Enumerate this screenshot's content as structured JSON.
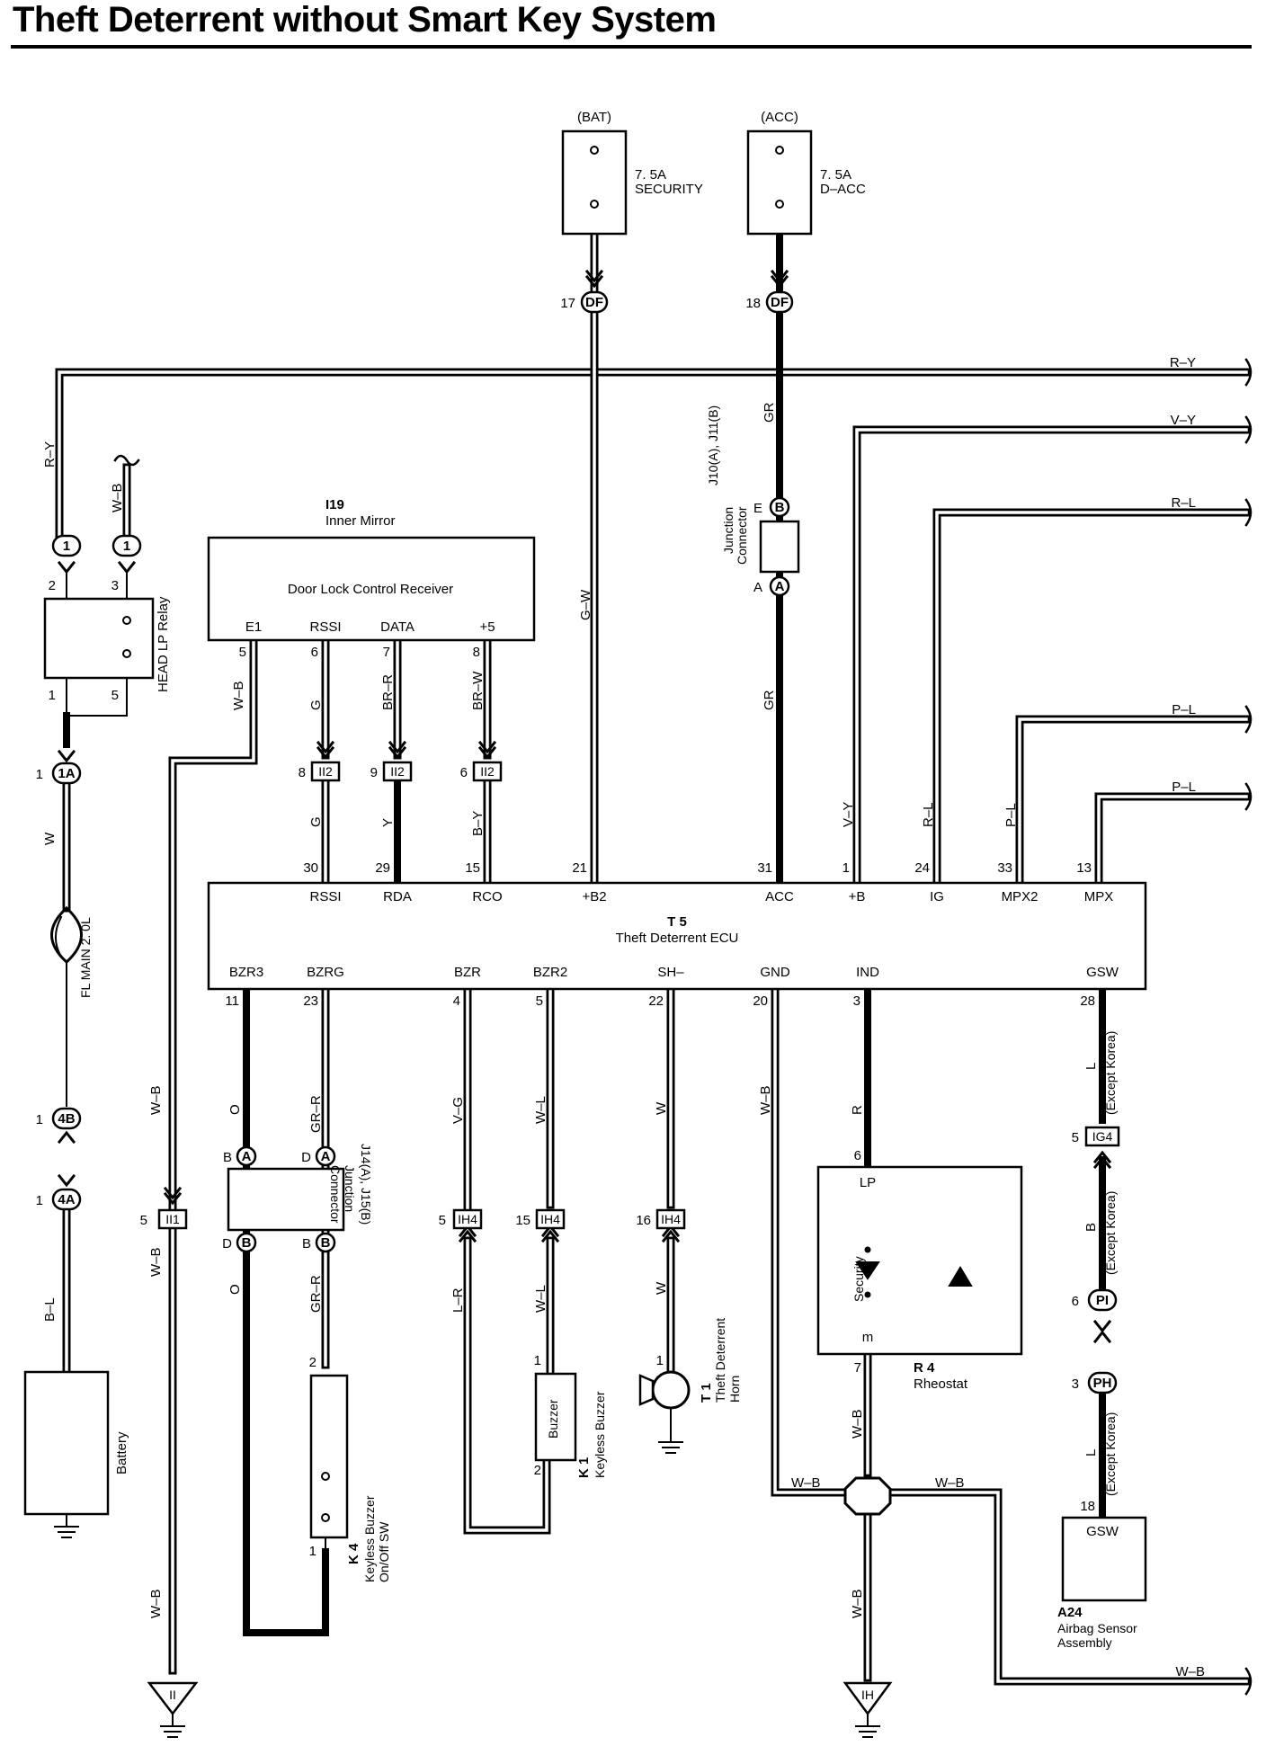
{
  "title": "Theft Deterrent without Smart Key System",
  "fuses": [
    {
      "source": "(BAT)",
      "rating": "7. 5A",
      "name": "SECURITY"
    },
    {
      "source": "(ACC)",
      "rating": "7. 5A",
      "name": "D–ACC"
    }
  ],
  "connectors": [
    {
      "pin": "17",
      "code": "DF"
    },
    {
      "pin": "18",
      "code": "DF"
    },
    {
      "pin": "1",
      "code": "1A"
    },
    {
      "pin": "1",
      "code": "4B"
    },
    {
      "pin": "1",
      "code": "4A"
    },
    {
      "pin": "8",
      "code": "II2"
    },
    {
      "pin": "9",
      "code": "II2"
    },
    {
      "pin": "6",
      "code": "II2"
    },
    {
      "pin": "5",
      "code": "II1"
    },
    {
      "pin": "5",
      "code": "IH4"
    },
    {
      "pin": "15",
      "code": "IH4"
    },
    {
      "pin": "16",
      "code": "IH4"
    },
    {
      "pin": "5",
      "code": "IG4"
    },
    {
      "pin": "6",
      "code": "PI"
    },
    {
      "pin": "3",
      "code": "PH"
    }
  ],
  "wire_labels": {
    "r_y": "R–Y",
    "v_y": "V–Y",
    "r_l": "R–L",
    "p_l": "P–L",
    "w_b": "W–B",
    "gr": "GR",
    "g_w": "G–W",
    "g": "G",
    "br_r": "BR–R",
    "br_w": "BR–W",
    "y": "Y",
    "b_y": "B–Y",
    "w": "W",
    "b_l": "B–L",
    "o": "O",
    "gr_r": "GR–R",
    "v_g": "V–G",
    "w_l": "W–L",
    "l_r": "L–R",
    "r": "R",
    "l": "L",
    "b": "B"
  },
  "except_korea": "(Except Korea)",
  "components": {
    "head_lp_relay": "HEAD LP Relay",
    "fl_main": "FL MAIN 2. 0L",
    "battery": "Battery",
    "inner_mirror_code": "I19",
    "inner_mirror_name": "Inner Mirror",
    "door_lock_receiver": "Door Lock Control Receiver",
    "junction_j10_code": "J10(A), J11(B)",
    "junction_label": "Junction",
    "connector_label": "Connector",
    "ecu_code": "T 5",
    "ecu_name": "Theft Deterrent ECU",
    "junction_j14_code": "J14(A), J15(B)",
    "k4_code": "K 4",
    "k4_name1": "Keyless Buzzer",
    "k4_name2": "On/Off SW",
    "k1_code": "K 1",
    "k1_name": "Keyless Buzzer",
    "buzzer": "Buzzer",
    "t1_code": "T 1",
    "t1_name1": "Theft Deterrent",
    "t1_name2": "Horn",
    "r4_code": "R 4",
    "r4_name": "Rheostat",
    "security": "Security",
    "lp": "LP",
    "m": "m",
    "a24_code": "A24",
    "a24_name1": "Airbag Sensor",
    "a24_name2": "Assembly",
    "gsw": "GSW"
  },
  "mirror_pins": [
    {
      "name": "E1",
      "num": "5"
    },
    {
      "name": "RSSI",
      "num": "6"
    },
    {
      "name": "DATA",
      "num": "7"
    },
    {
      "name": "+5",
      "num": "8"
    }
  ],
  "ecu_top_pins": [
    {
      "name": "RSSI",
      "num": "30"
    },
    {
      "name": "RDA",
      "num": "29"
    },
    {
      "name": "RCO",
      "num": "15"
    },
    {
      "name": "+B2",
      "num": "21"
    },
    {
      "name": "ACC",
      "num": "31"
    },
    {
      "name": "+B",
      "num": "1"
    },
    {
      "name": "IG",
      "num": "24"
    },
    {
      "name": "MPX2",
      "num": "33"
    },
    {
      "name": "MPX",
      "num": "13"
    }
  ],
  "ecu_bottom_pins": [
    {
      "name": "BZR3",
      "num": "11"
    },
    {
      "name": "BZRG",
      "num": "23"
    },
    {
      "name": "BZR",
      "num": "4"
    },
    {
      "name": "BZR2",
      "num": "5"
    },
    {
      "name": "SH–",
      "num": "22"
    },
    {
      "name": "GND",
      "num": "20"
    },
    {
      "name": "IND",
      "num": "3"
    },
    {
      "name": "GSW",
      "num": "28"
    }
  ],
  "misc_pins": {
    "relay_2": "2",
    "relay_3": "3",
    "relay_1": "1",
    "relay_5": "5",
    "jc_e": "E",
    "jc_a": "A",
    "jc_b": "B",
    "jc_d": "D",
    "k4_2": "2",
    "k4_1": "1",
    "k1_1": "1",
    "k1_2": "2",
    "t1_1": "1",
    "r4_6": "6",
    "r4_7": "7",
    "a24_18": "18"
  },
  "grounds": [
    "II",
    "IH"
  ]
}
